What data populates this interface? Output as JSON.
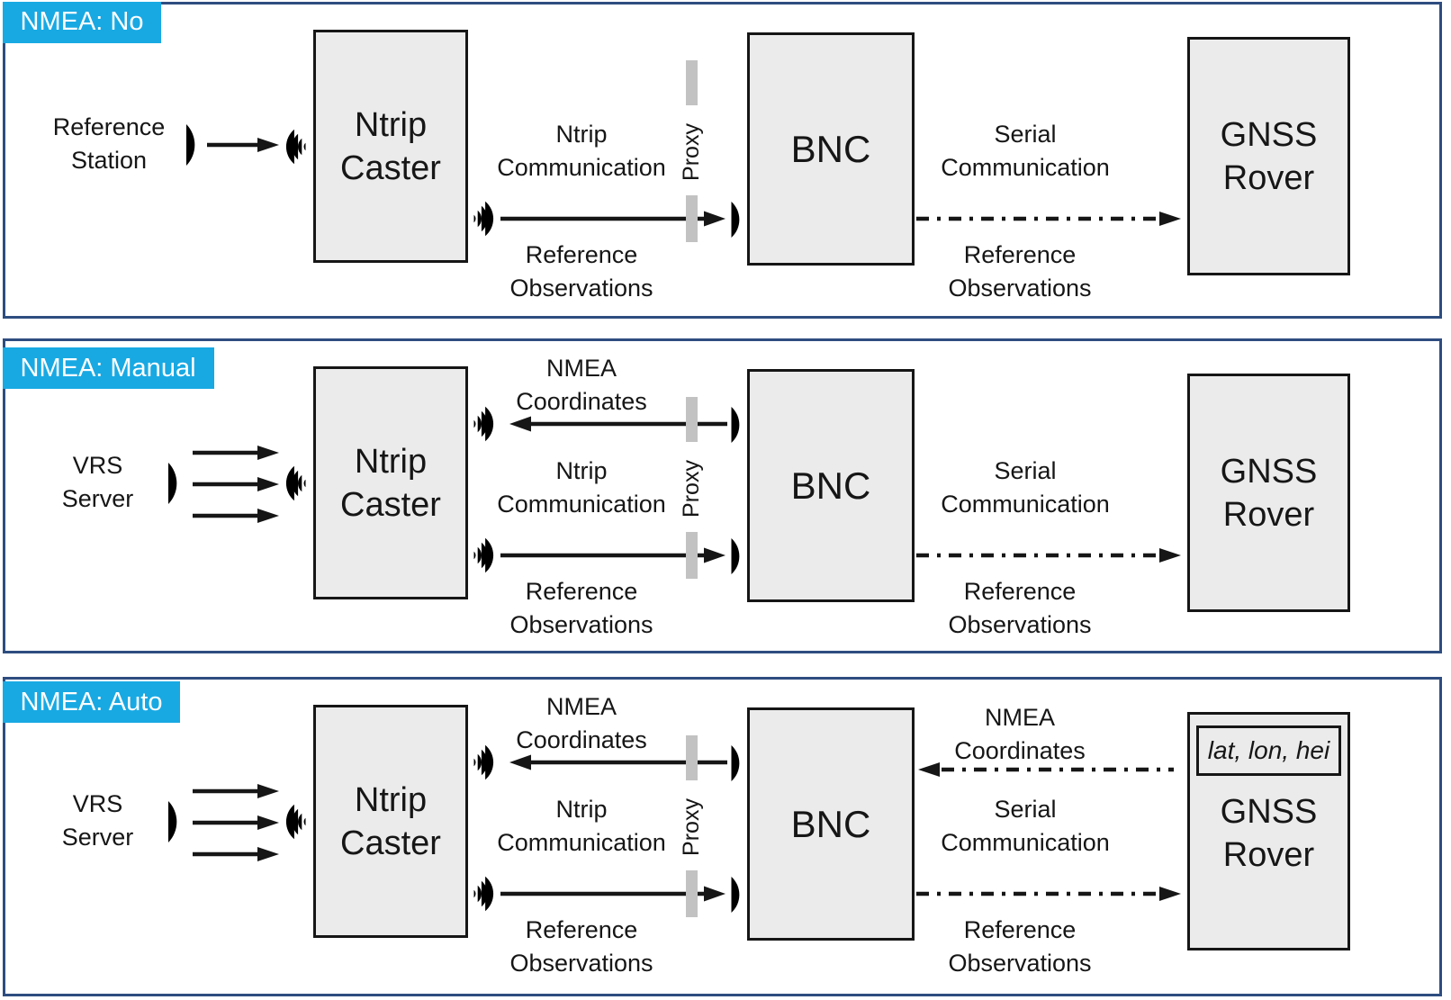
{
  "colors": {
    "ink": "#161616",
    "panel-border": "#2E4D80",
    "accent": "#18A9E3",
    "boxfill": "#EBEBEB",
    "bar": "#C2C2C2"
  },
  "panels": [
    {
      "label": "NMEA: No",
      "source": [
        "Reference",
        "Station"
      ],
      "caster": [
        "Ntrip",
        "Caster"
      ],
      "bnc": "BNC",
      "rover": [
        "GNSS",
        "Rover"
      ],
      "ntrip_comm": [
        "Ntrip",
        "Communication"
      ],
      "proxy": "Proxy",
      "ref_obs_mid": [
        "Reference",
        "Observations"
      ],
      "serial_comm": [
        "Serial",
        "Communication"
      ],
      "ref_obs_right": [
        "Reference",
        "Observations"
      ]
    },
    {
      "label": "NMEA: Manual",
      "source": [
        "VRS",
        "Server"
      ],
      "caster": [
        "Ntrip",
        "Caster"
      ],
      "bnc": "BNC",
      "rover": [
        "GNSS",
        "Rover"
      ],
      "nmea_coords_mid": [
        "NMEA",
        "Coordinates"
      ],
      "ntrip_comm": [
        "Ntrip",
        "Communication"
      ],
      "proxy": "Proxy",
      "ref_obs_mid": [
        "Reference",
        "Observations"
      ],
      "serial_comm": [
        "Serial",
        "Communication"
      ],
      "ref_obs_right": [
        "Reference",
        "Observations"
      ]
    },
    {
      "label": "NMEA: Auto",
      "source": [
        "VRS",
        "Server"
      ],
      "caster": [
        "Ntrip",
        "Caster"
      ],
      "bnc": "BNC",
      "rover": [
        "GNSS",
        "Rover"
      ],
      "rover_coords": "lat, lon, hei",
      "nmea_coords_mid": [
        "NMEA",
        "Coordinates"
      ],
      "ntrip_comm": [
        "Ntrip",
        "Communication"
      ],
      "proxy": "Proxy",
      "ref_obs_mid": [
        "Reference",
        "Observations"
      ],
      "nmea_coords_right": [
        "NMEA",
        "Coordinates"
      ],
      "serial_comm": [
        "Serial",
        "Communication"
      ],
      "ref_obs_right": [
        "Reference",
        "Observations"
      ]
    }
  ]
}
